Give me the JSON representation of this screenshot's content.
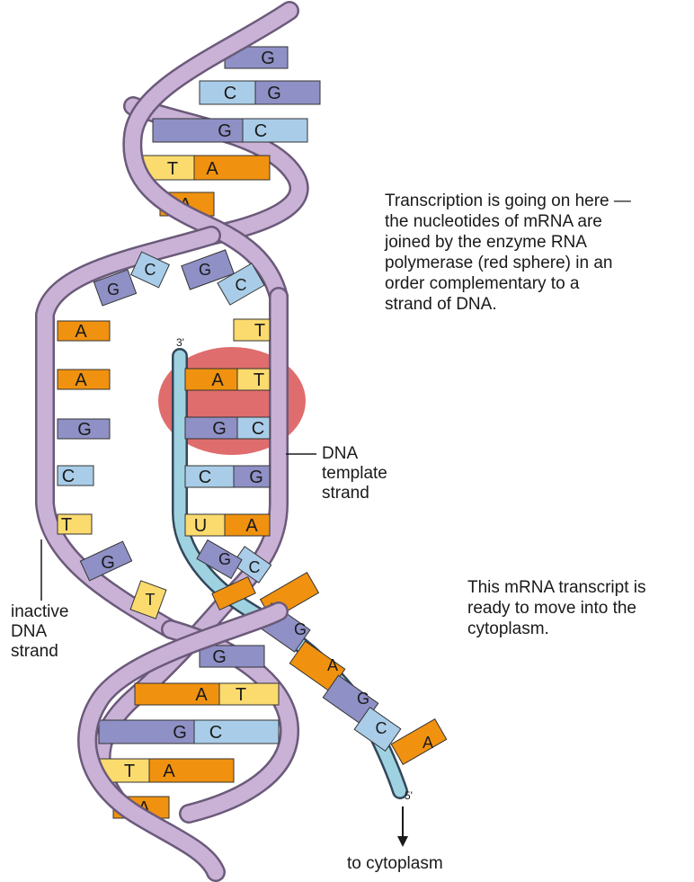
{
  "captions": {
    "transcription": [
      "Transcription is going on here —",
      "the nucleotides of mRNA are",
      "joined by the enzyme RNA",
      "polymerase (red sphere) in an",
      "order complementary to a",
      "strand of DNA."
    ],
    "transcript_ready": [
      "This mRNA transcript is",
      "ready to move into the",
      "cytoplasm."
    ]
  },
  "labels": {
    "dna_template": [
      "DNA",
      "template",
      "strand"
    ],
    "inactive_dna": [
      "inactive",
      "DNA",
      "strand"
    ],
    "to_cytoplasm": "to cytoplasm",
    "end_3prime": "3'",
    "end_5prime": "5'"
  },
  "colors": {
    "backbone": "#c9b2d6",
    "backbone_stroke": "#6b5a7a",
    "mrna_backbone": "#9fd2e0",
    "polymerase": "#dc5d5d",
    "A": "#f0920f",
    "T": "#fbdb6e",
    "G": "#8f90c6",
    "C": "#a9cde8",
    "U": "#fbdb6e"
  },
  "bases": {
    "top_helix": [
      {
        "left": "",
        "right": "G"
      },
      {
        "left": "C",
        "right": "G"
      },
      {
        "left": "G",
        "right": "C"
      },
      {
        "left": "T",
        "right": "A"
      },
      {
        "left": "A",
        "right": ""
      }
    ],
    "free_nucleotides": [
      "C",
      "G",
      "G",
      "C",
      "T"
    ],
    "inactive_strand": [
      "A",
      "A",
      "G",
      "C",
      "T",
      "G",
      "T"
    ],
    "template_pairs": [
      {
        "template": "T",
        "mrna": "A"
      },
      {
        "template": "C",
        "mrna": "G"
      },
      {
        "template": "G",
        "mrna": "C"
      },
      {
        "template": "A",
        "mrna": "U"
      },
      {
        "template": "C",
        "mrna": "G"
      }
    ],
    "mrna_tail": [
      "G",
      "A",
      "G",
      "C",
      "A"
    ],
    "bottom_helix": [
      {
        "left": "",
        "right": "G"
      },
      {
        "left": "A",
        "right": "T"
      },
      {
        "left": "G",
        "right": "C"
      },
      {
        "left": "T",
        "right": "A"
      },
      {
        "left": "A",
        "right": ""
      }
    ]
  }
}
